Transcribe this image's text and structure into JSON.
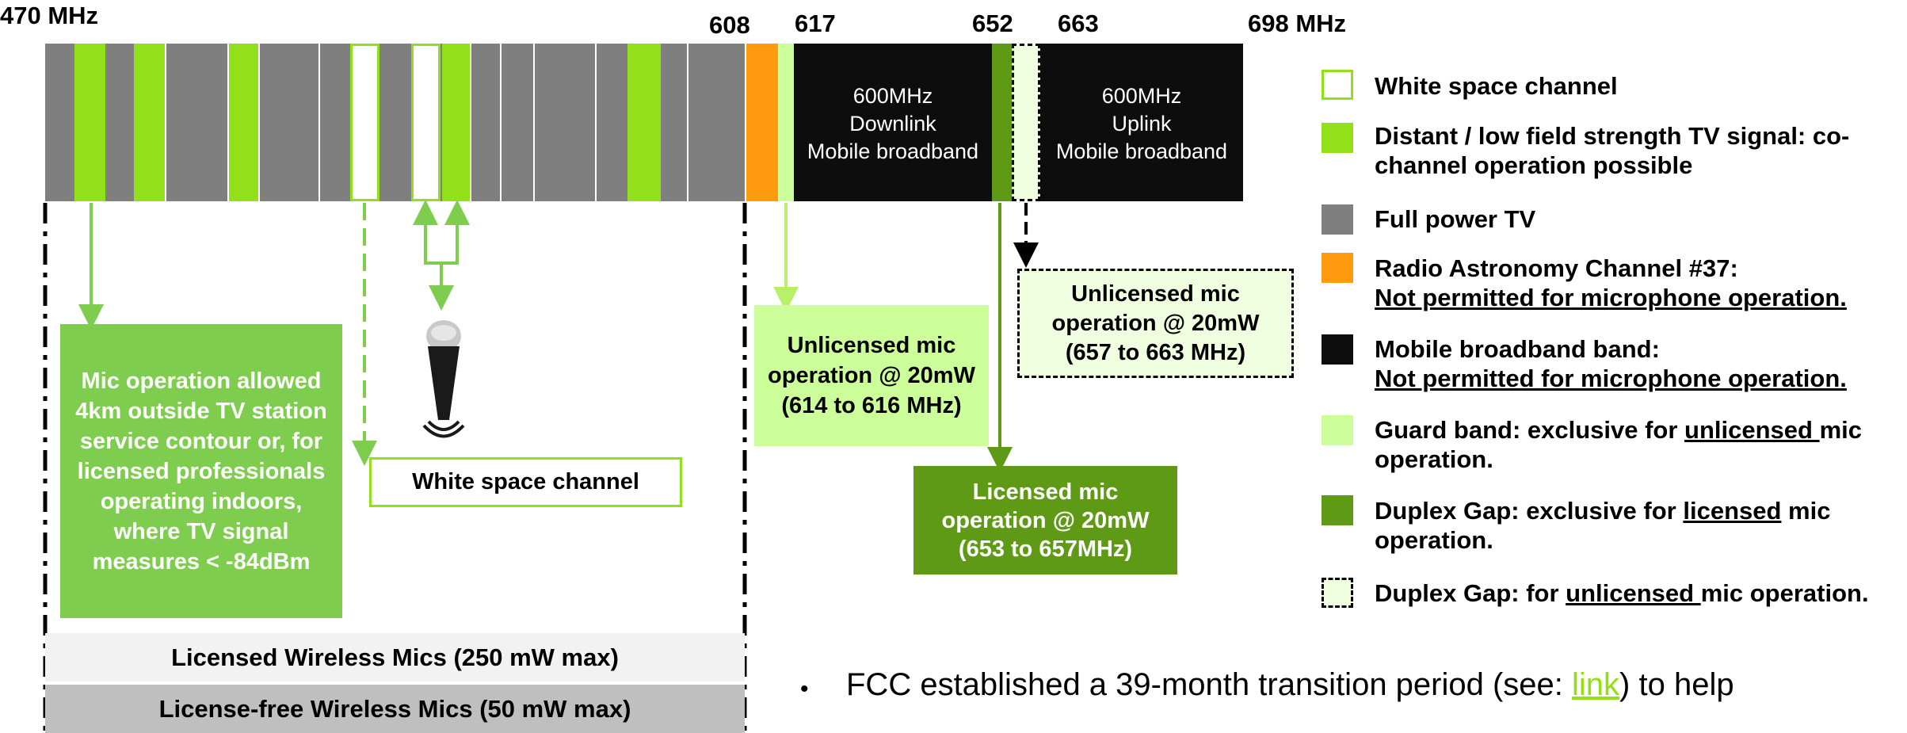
{
  "frequencies": {
    "f470": "470 MHz",
    "f608": "608",
    "f617": "617",
    "f652": "652",
    "f663": "663",
    "f698": "698 MHz"
  },
  "downlink": {
    "line1": "600MHz",
    "line2": "Downlink",
    "line3": "Mobile broadband"
  },
  "uplink": {
    "line1": "600MHz",
    "line2": "Uplink",
    "line3": "Mobile broadband"
  },
  "boxes": {
    "mic_outside": "Mic operation allowed 4km outside TV station service contour or, for licensed professionals operating indoors, where TV signal measures < -84dBm",
    "white_space": "White space channel",
    "unlicensed_guard": "Unlicensed mic operation @ 20mW (614 to 616 MHz)",
    "licensed_duplex": "Licensed mic operation @ 20mW (653 to 657MHz)",
    "unlicensed_duplex": "Unlicensed mic operation @ 20mW (657 to 663 MHz)"
  },
  "bars": {
    "licensed": "Licensed Wireless Mics (250 mW max)",
    "license_free": "License-free Wireless Mics (50 mW max)"
  },
  "legend": {
    "white_space": "White space channel",
    "distant_line1": "Distant / low field strength TV signal: co-",
    "distant_line2": "channel operation possible",
    "full_power": "Full power TV",
    "radio_astro": "Radio Astronomy Channel #37:",
    "radio_astro_note": "Not permitted for microphone operation.",
    "mobile": "Mobile broadband band:",
    "mobile_note": "Not permitted for microphone operation.",
    "guard_pre": "Guard band: exclusive for ",
    "guard_u": "unlicensed ",
    "guard_post": "mic",
    "guard_line2": "operation.",
    "duplex_pre": "Duplex Gap: exclusive for ",
    "duplex_u": "licensed",
    "duplex_post": " mic",
    "duplex_line2": "operation.",
    "duplexu_pre": "Duplex Gap: for ",
    "duplexu_u": "unlicensed ",
    "duplexu_post": "mic operation."
  },
  "bullet": {
    "symbol": "•",
    "text_pre": "FCC established a 39-month transition period (see: ",
    "link": "link",
    "text_post": ") to help"
  },
  "colors": {
    "full_power_tv": "#7f7f7f",
    "distant_tv": "#92e01a",
    "radio_astronomy": "#ff9b0f",
    "guard_band": "#ccff99",
    "mobile_broadband": "#0d0d0d",
    "duplex_gap_licensed": "#5e9a16",
    "duplex_gap_unlicensed": "#f0ffe0",
    "mic_box": "#7fcd4e"
  }
}
